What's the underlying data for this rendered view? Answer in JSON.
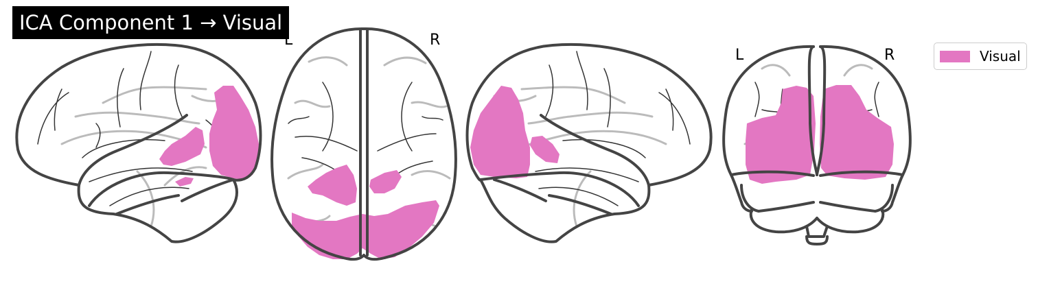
{
  "title": "ICA Component 1 → Visual",
  "views": {
    "axial": {
      "left_label": "L",
      "right_label": "R"
    },
    "coronal": {
      "left_label": "L",
      "right_label": "R"
    }
  },
  "legend": {
    "label": "Visual",
    "color": "#e377c2"
  },
  "colors": {
    "outline": "#444444",
    "sulci_dark": "#333333",
    "sulci_light": "#bbbbbb",
    "activation": "#e377c2"
  }
}
